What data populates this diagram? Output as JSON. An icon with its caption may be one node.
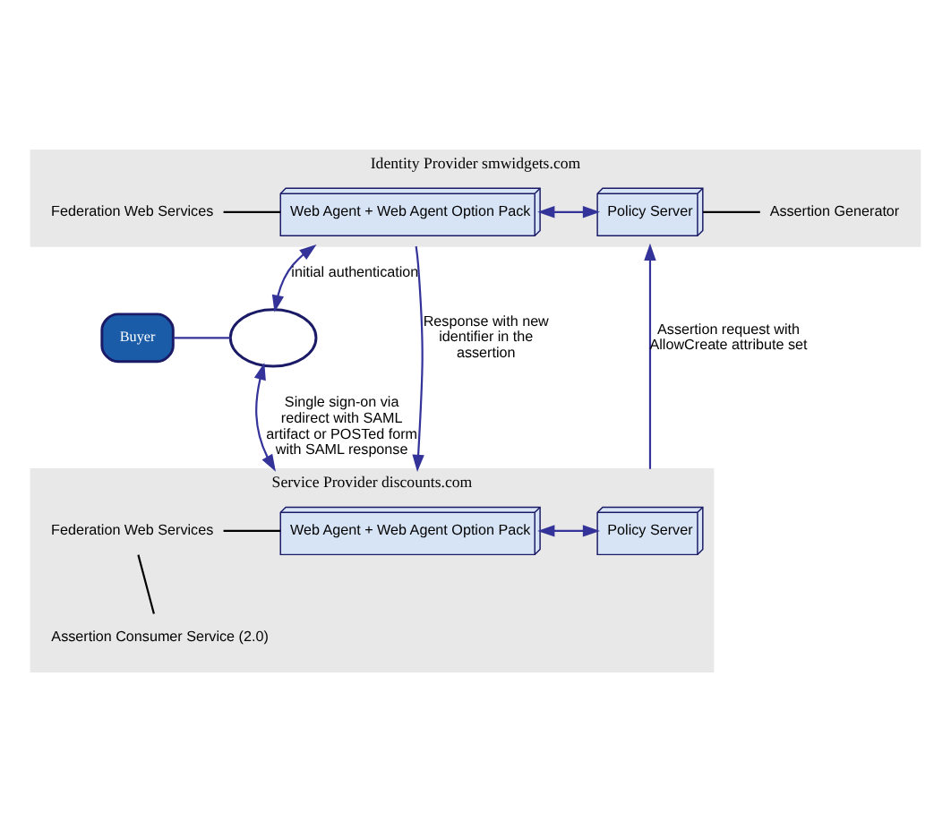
{
  "diagram": {
    "nodes": [
      {
        "text": [
          "Buyer"
        ]
      },
      {
        "text": [],
        "shape": "cloud"
      },
      {
        "text": [
          "Identity Provider smwidgets.com"
        ]
      },
      {
        "text": [
          "Web Agent + Web Agent Option Pack"
        ],
        "in": 2
      },
      {
        "text": [
          "Policy Server"
        ],
        "in": 2
      },
      {
        "text": [
          "Federation Web Services"
        ],
        "in": 2
      },
      {
        "text": [
          "Assertion Generator"
        ],
        "in": 2
      },
      {
        "text": [
          "Service Provider discounts.com"
        ]
      },
      {
        "text": [
          "Web Agent + Web Agent Option Pack"
        ],
        "in": 7
      },
      {
        "text": [
          "Policy Server"
        ],
        "in": 7
      },
      {
        "text": [
          "Federation Web Services"
        ],
        "in": 7
      },
      {
        "text": [
          "Assertion Consumer Service (2.0)"
        ],
        "in": 7
      }
    ],
    "edges": [
      {
        "from": 0,
        "to": 1,
        "arrow": "none"
      },
      {
        "from": 1,
        "to": 2,
        "arrow": "both",
        "label": "initial authentication"
      },
      {
        "from": 3,
        "to": 4,
        "arrow": "both"
      },
      {
        "from": 5,
        "to": 3,
        "arrow": "none",
        "color": "#000000"
      },
      {
        "from": 6,
        "to": 4,
        "arrow": "none",
        "color": "#000000"
      },
      {
        "from": 2,
        "to": 7,
        "arrow": "to",
        "label": "Response with new identifier in the assertion"
      },
      {
        "from": 7,
        "to": 2,
        "arrow": "to",
        "label": "Assertion request with AllowCreate attribute set"
      },
      {
        "from": 1,
        "to": 7,
        "arrow": "both",
        "label": "Single sign-on via redirect with SAML artifact or POSTed form with SAML response"
      },
      {
        "from": 8,
        "to": 9,
        "arrow": "both"
      },
      {
        "from": 10,
        "to": 8,
        "arrow": "none",
        "color": "#000000"
      },
      {
        "from": 10,
        "to": 11,
        "arrow": "none",
        "color": "#000000"
      }
    ]
  }
}
